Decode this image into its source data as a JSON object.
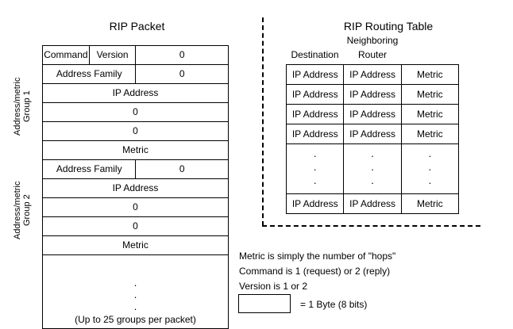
{
  "packet": {
    "title": "RIP Packet",
    "group_labels": [
      "Address/metric\nGroup 1",
      "Address/metric\nGroup 2"
    ],
    "rows": [
      {
        "cells": [
          {
            "text": "Command",
            "width": 25
          },
          {
            "text": "Version",
            "width": 25
          },
          {
            "text": "0",
            "width": 50
          }
        ]
      },
      {
        "cells": [
          {
            "text": "Address Family",
            "width": 50
          },
          {
            "text": "0",
            "width": 50
          }
        ]
      },
      {
        "cells": [
          {
            "text": "IP Address",
            "width": 100
          }
        ]
      },
      {
        "cells": [
          {
            "text": "0",
            "width": 100
          }
        ]
      },
      {
        "cells": [
          {
            "text": "0",
            "width": 100
          }
        ]
      },
      {
        "cells": [
          {
            "text": "Metric",
            "width": 100
          }
        ]
      },
      {
        "cells": [
          {
            "text": "Address Family",
            "width": 50
          },
          {
            "text": "0",
            "width": 50
          }
        ]
      },
      {
        "cells": [
          {
            "text": "IP Address",
            "width": 100
          }
        ]
      },
      {
        "cells": [
          {
            "text": "0",
            "width": 100
          }
        ]
      },
      {
        "cells": [
          {
            "text": "0",
            "width": 100
          }
        ]
      },
      {
        "cells": [
          {
            "text": "Metric",
            "width": 100
          }
        ]
      }
    ],
    "footer_dots": "·\n·\n·",
    "footer_note": "(Up to 25 groups per packet)"
  },
  "routing": {
    "title": "RIP Routing Table",
    "headers": {
      "destination": "Destination",
      "neighboring": "Neighboring",
      "router": "Router"
    },
    "columns": [
      "Destination",
      "Neighboring Router",
      "Metric"
    ],
    "rows": [
      [
        "IP Address",
        "IP Address",
        "Metric"
      ],
      [
        "IP Address",
        "IP Address",
        "Metric"
      ],
      [
        "IP Address",
        "IP Address",
        "Metric"
      ],
      [
        "IP Address",
        "IP Address",
        "Metric"
      ],
      [
        "·\n·\n·",
        "·\n·\n·",
        "·\n·\n·"
      ],
      [
        "IP Address",
        "IP Address",
        "Metric"
      ]
    ]
  },
  "legend": {
    "lines": [
      "Metric is simply the number of \"hops\"",
      "Command is 1 (request) or 2 (reply)",
      "Version is 1 or 2"
    ],
    "byte_label": "= 1 Byte (8 bits)"
  },
  "colors": {
    "background": "#ffffff",
    "stroke": "#000000",
    "text": "#000000"
  }
}
